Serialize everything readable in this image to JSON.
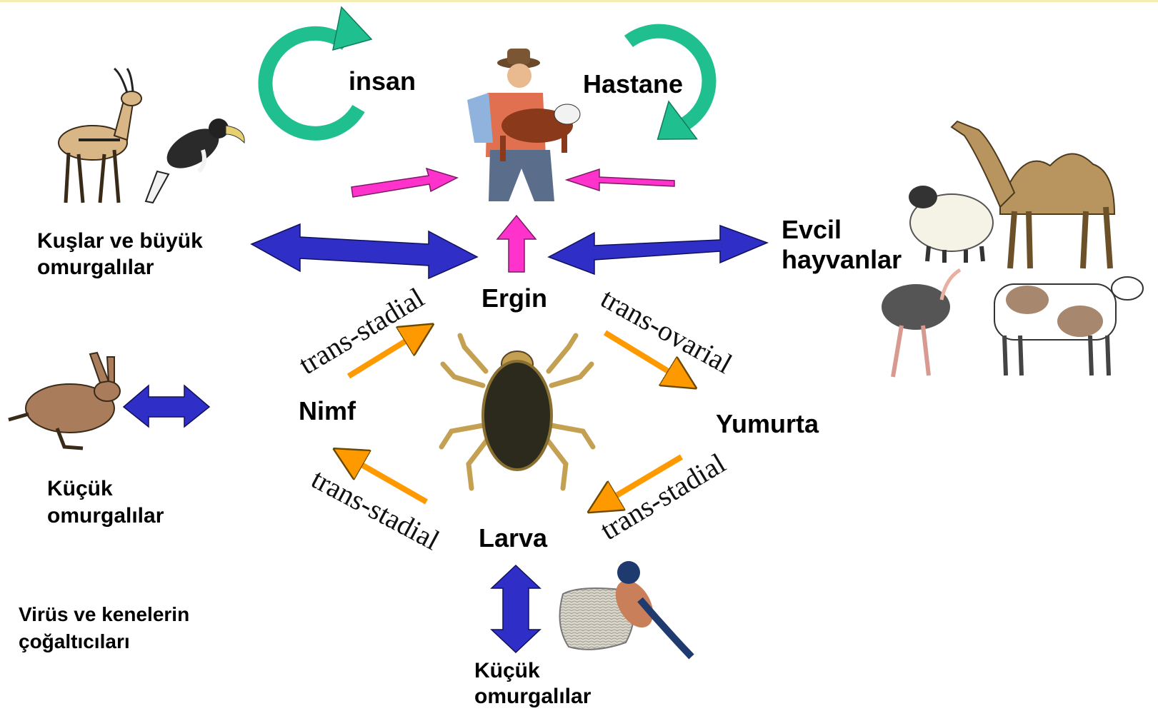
{
  "labels": {
    "insan": "insan",
    "hastane": "Hastane",
    "kuslar_line1": "Kuşlar ve büyük",
    "kuslar_line2": "omurgalılar",
    "evcil_line1": "Evcil",
    "evcil_line2": "hayvanlar",
    "ergin": "Ergin",
    "nimf": "Nimf",
    "yumurta": "Yumurta",
    "larva": "Larva",
    "kucuk_left_line1": "Küçük",
    "kucuk_left_line2": "omurgalılar",
    "kucuk_bottom_line1": "Küçük",
    "kucuk_bottom_line2": "omurgalılar",
    "virus_line1": "Virüs ve kenelerin",
    "virus_line2": "çoğaltıcıları"
  },
  "transmission": {
    "nimf_to_ergin": "trans-stadial",
    "ergin_to_yumurta": "trans-ovarial",
    "yumurta_to_larva": "trans-stadial",
    "larva_to_nimf": "trans-stadial"
  },
  "colors": {
    "cycle_arrow": "#1fbf8f",
    "blue_arrow": "#2f2fc8",
    "pink_arrow": "#ff33cc",
    "orange_arrow": "#ff9900"
  },
  "icons": [
    "farmer-with-calf-icon",
    "gazelle-icon",
    "hornbill-icon",
    "camel-icon",
    "sheep-icon",
    "ostrich-icon",
    "cow-icon",
    "hare-icon",
    "tick-icon",
    "swallow-nest-icon"
  ]
}
